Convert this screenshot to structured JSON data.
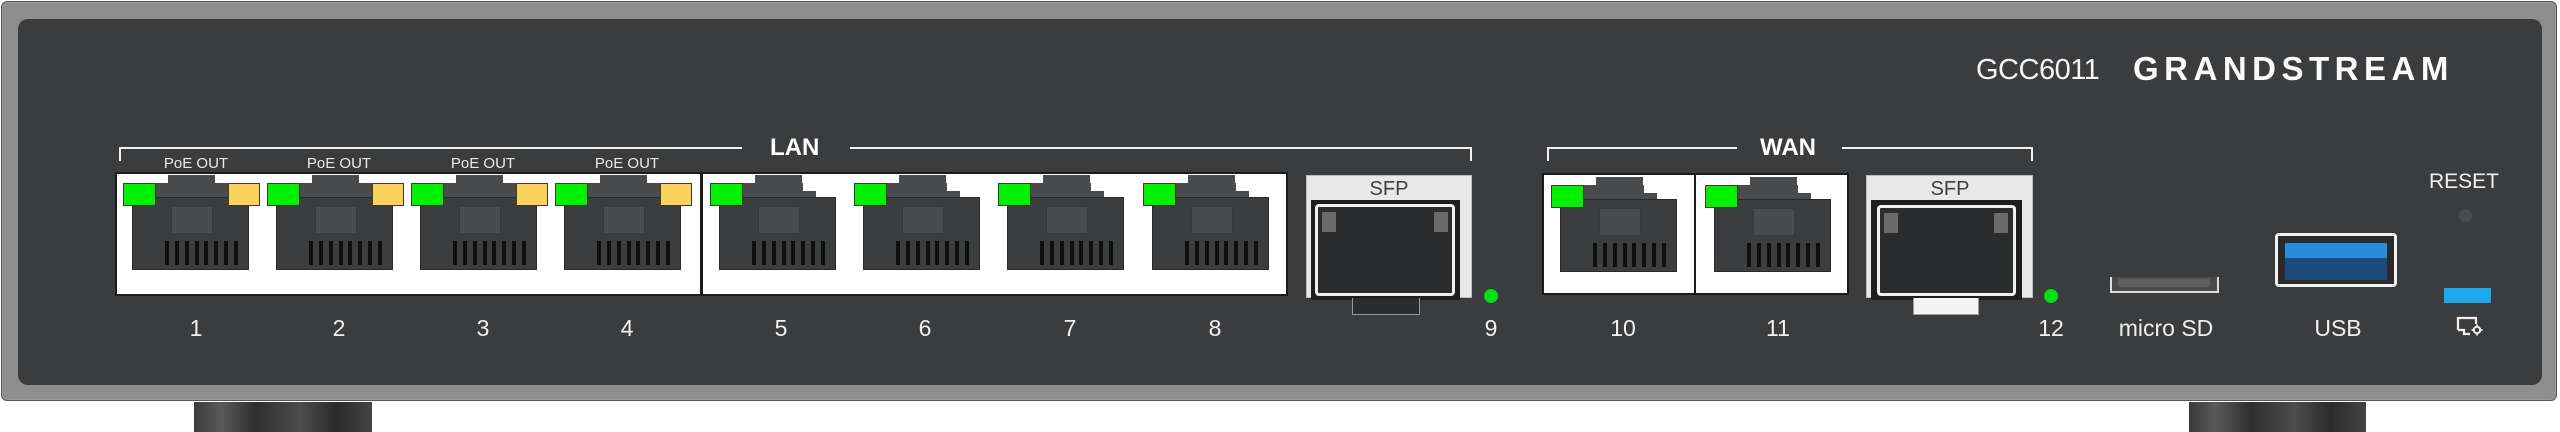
{
  "device": {
    "model": "GCC6011",
    "brand": "GRANDSTREAM"
  },
  "groups": {
    "lan": "LAN",
    "wan": "WAN"
  },
  "poe_labels": [
    "PoE OUT",
    "PoE OUT",
    "PoE OUT",
    "PoE OUT"
  ],
  "ports": [
    {
      "number": "1",
      "type": "RJ45",
      "poe": true,
      "link_led": "#00f000",
      "poe_led": "#fbd25b"
    },
    {
      "number": "2",
      "type": "RJ45",
      "poe": true,
      "link_led": "#00f000",
      "poe_led": "#fbd25b"
    },
    {
      "number": "3",
      "type": "RJ45",
      "poe": true,
      "link_led": "#00f000",
      "poe_led": "#fbd25b"
    },
    {
      "number": "4",
      "type": "RJ45",
      "poe": true,
      "link_led": "#00f000",
      "poe_led": "#fbd25b"
    },
    {
      "number": "5",
      "type": "RJ45",
      "poe": false,
      "link_led": "#00f000"
    },
    {
      "number": "6",
      "type": "RJ45",
      "poe": false,
      "link_led": "#00f000"
    },
    {
      "number": "7",
      "type": "RJ45",
      "poe": false,
      "link_led": "#00f000"
    },
    {
      "number": "8",
      "type": "RJ45",
      "poe": false,
      "link_led": "#00f000"
    },
    {
      "number": "9",
      "type": "SFP",
      "label": "SFP",
      "link_led": "#00e01a"
    },
    {
      "number": "10",
      "type": "RJ45",
      "poe": false,
      "link_led": "#00f000"
    },
    {
      "number": "11",
      "type": "RJ45",
      "poe": false,
      "link_led": "#00f000"
    },
    {
      "number": "12",
      "type": "SFP",
      "label": "SFP",
      "link_led": "#00e01a"
    }
  ],
  "other": {
    "microsd_label": "micro SD",
    "usb_label": "USB",
    "reset_label": "RESET",
    "status_icon": "monitor-gear-icon",
    "status_led_color": "#1ea8ee"
  },
  "colors": {
    "panel": "#3b3c3e",
    "frame": "#8e8e8e",
    "usb_blue": "#2a8bd8"
  }
}
